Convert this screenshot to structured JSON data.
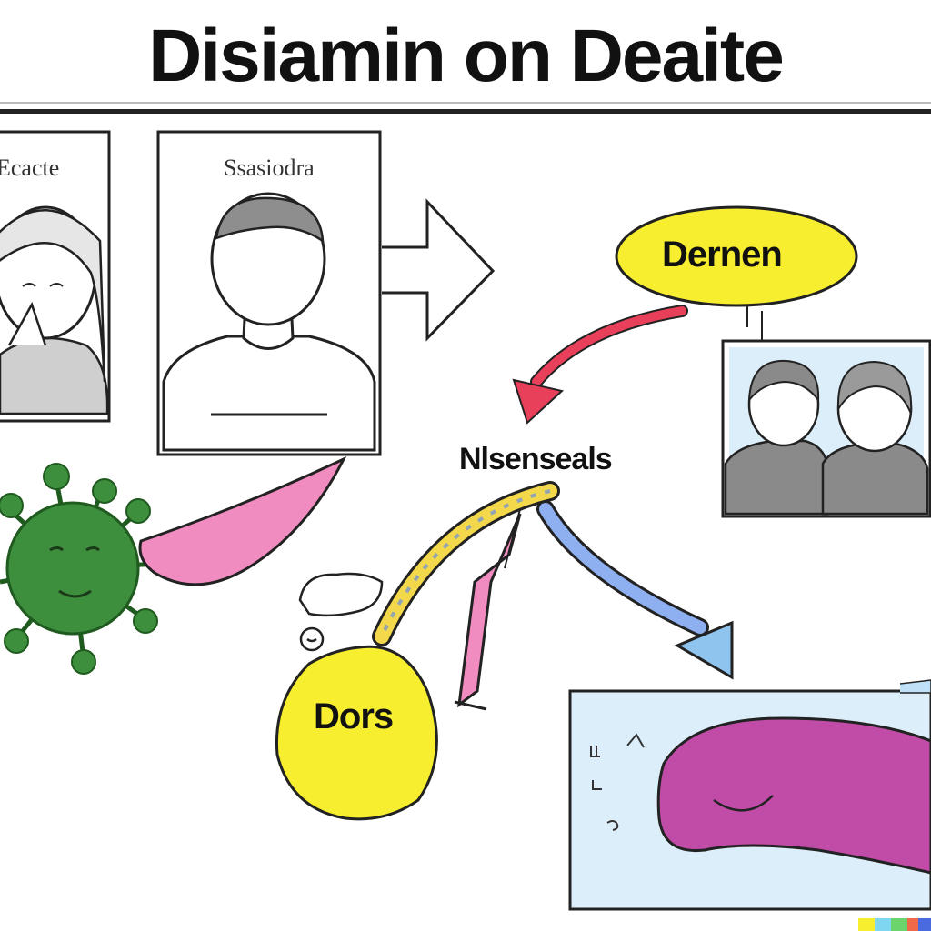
{
  "title": "Disiamin on Deaite",
  "panels": {
    "left_label": "Ecacte",
    "middle_label": "Ssasiodra"
  },
  "nodes": {
    "top_right": "Dernen",
    "center": "Nlsenseals",
    "bottom_left": "Dors"
  },
  "colors": {
    "yellow": "#f6ee2e",
    "virus_green": "#3d8e3d",
    "pink": "#f08cc0",
    "red_arrow": "#e8405a",
    "blue_arrow": "#6a8fe0",
    "purple_organ": "#c04ca8",
    "panel_blue": "#dceefa",
    "figure_gray": "#9a9a9a"
  },
  "icons": [
    "woman-portrait-icon",
    "man-portrait-icon",
    "couple-portrait-icon",
    "virus-icon",
    "organ-icon",
    "right-arrow-icon"
  ]
}
